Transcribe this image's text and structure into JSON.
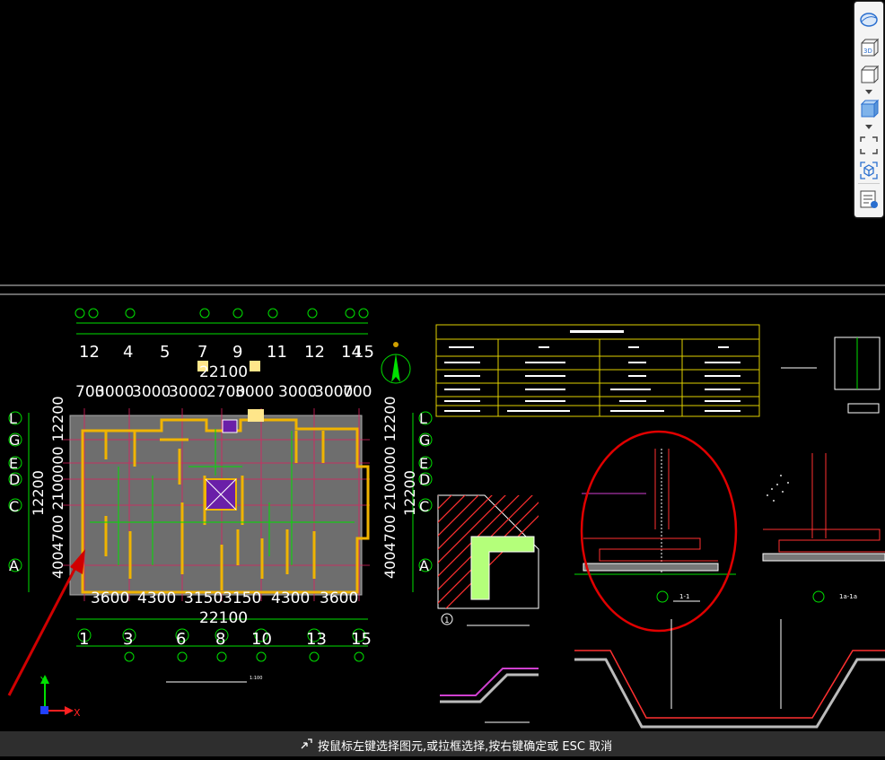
{
  "toolbar": {
    "items": [
      {
        "icon": "orbit-icon"
      },
      {
        "icon": "3d-view-icon",
        "label": "3D"
      },
      {
        "icon": "view-cube-icon"
      },
      {
        "icon": "solid-cube-icon"
      },
      {
        "icon": "fit-extent-icon"
      },
      {
        "icon": "navigate-cube-icon"
      },
      {
        "icon": "property-list-icon"
      }
    ]
  },
  "status": {
    "prompt": "按鼠标左键选择图元,或拉框选择,按右键确定或 ESC 取消"
  },
  "ucs": {
    "x_label": "X",
    "y_label": "Y"
  },
  "drawing": {
    "top_axes": [
      "12",
      "4",
      "5",
      "7",
      "9",
      "11",
      "12",
      "14",
      "15"
    ],
    "top_total": "22100",
    "top_spans": [
      "700",
      "3000",
      "3000",
      "3000",
      "2700",
      "3000",
      "3000",
      "3000",
      "700"
    ],
    "bottom_axes": [
      "1",
      "3",
      "6",
      "8",
      "10",
      "13",
      "15"
    ],
    "bottom_spans": [
      "3600",
      "4300",
      "3150",
      "3150",
      "4300",
      "3600"
    ],
    "bottom_total": "22100",
    "left_axes": [
      "L",
      "G",
      "E",
      "D",
      "C",
      "A"
    ],
    "left_spans": "4004700 2100000 12200",
    "left_total": "12200",
    "right_axes": [
      "L",
      "G",
      "E",
      "D",
      "C",
      "A"
    ],
    "right_total": "12200",
    "section_label_1": "1-1",
    "section_label_2": "1a-1a",
    "detail_label": "1",
    "plan_scale": "1:100"
  },
  "colors": {
    "plan_fill": "#6e6e6e",
    "wall": "#f0b400",
    "grid": "#00e000",
    "hatch": "#ff3030",
    "highlight": "#e00000",
    "arrow": "#d00000",
    "accent": "#2a6fcf"
  }
}
